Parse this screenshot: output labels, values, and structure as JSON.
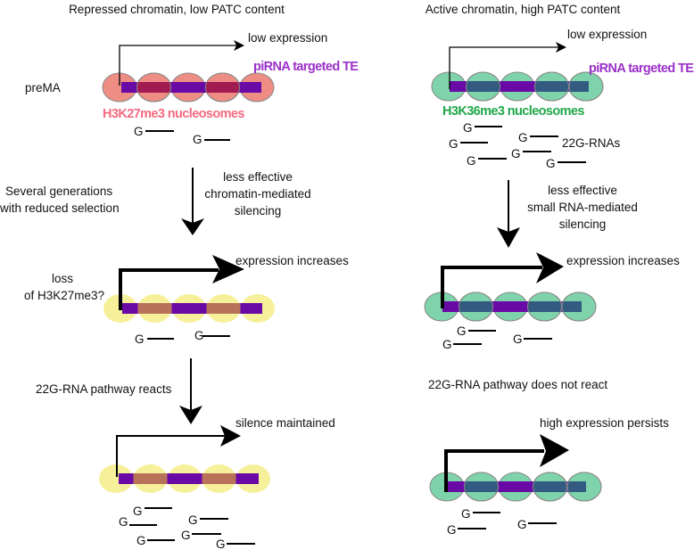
{
  "colors": {
    "te_bar": "#6a0aa6",
    "te_label": "#9b30c8",
    "h3k27_nucleosome": "#ee8d84",
    "h3k27_overlap": "#a21a52",
    "h3k27_label": "#f56a80",
    "h3k36_nucleosome": "#7fd3aa",
    "h3k36_overlap": "#335a80",
    "h3k36_label": "#1fa84a",
    "yellow_nucleosome": "#f7f09a",
    "yellow_overlap": "#b8725a",
    "nucleosome_border": "#8a8a8a",
    "arrow": "#000000"
  },
  "left": {
    "title": "Repressed chromatin, low PATC content",
    "prema_label": "preMA",
    "panel1": {
      "expression_label": "low expression",
      "te_label": "piRNA targeted TE",
      "nucleosome_label": "H3K27me3 nucleosomes",
      "small_rnas": [
        "G",
        "G"
      ]
    },
    "step1": {
      "side_label_lines": [
        "Several generations",
        "with reduced selection"
      ],
      "arrow_label_lines": [
        "less effective",
        "chromatin-mediated",
        "silencing"
      ]
    },
    "panel2": {
      "expression_label": "expression increases",
      "side_label_lines": [
        "loss",
        "of H3K27me3?"
      ],
      "small_rnas": [
        "G",
        "G"
      ]
    },
    "step2": {
      "arrow_label": "22G-RNA pathway reacts"
    },
    "panel3": {
      "expression_label": "silence maintained",
      "small_rnas": [
        "G",
        "G",
        "G",
        "G",
        "G",
        "G"
      ]
    }
  },
  "right": {
    "title": "Active chromatin, high PATC content",
    "panel1": {
      "expression_label": "low expression",
      "te_label": "piRNA targeted TE",
      "nucleosome_label": "H3K36me3 nucleosomes",
      "small_rna_label": "22G-RNAs",
      "small_rnas": [
        "G",
        "G",
        "G",
        "G",
        "G",
        "G"
      ]
    },
    "step1": {
      "arrow_label_lines": [
        "less effective",
        "small RNA-mediated",
        "silencing"
      ]
    },
    "panel2": {
      "expression_label": "expression increases",
      "small_rnas": [
        "G",
        "G",
        "G"
      ]
    },
    "step2": {
      "label": "22G-RNA pathway does not react"
    },
    "panel3": {
      "expression_label": "high expression persists",
      "small_rnas": [
        "G",
        "G",
        "G"
      ]
    }
  }
}
